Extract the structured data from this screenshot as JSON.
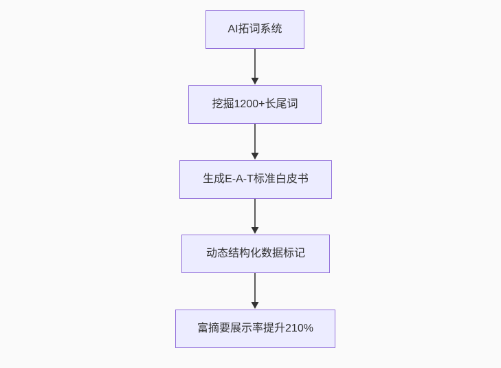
{
  "flowchart": {
    "title": "SEO content pipeline flowchart",
    "direction": "top-down",
    "nodes": [
      {
        "id": "A",
        "label": "AI拓词系统"
      },
      {
        "id": "B",
        "label": "挖掘1200+长尾词"
      },
      {
        "id": "C",
        "label": "生成E-A-T标准白皮书"
      },
      {
        "id": "D",
        "label": "动态结构化数据标记"
      },
      {
        "id": "E",
        "label": "富摘要展示率提升210%"
      }
    ],
    "edges": [
      {
        "from": "A",
        "to": "B"
      },
      {
        "from": "B",
        "to": "C"
      },
      {
        "from": "C",
        "to": "D"
      },
      {
        "from": "D",
        "to": "E"
      }
    ],
    "colors": {
      "background": "#fafafa",
      "node_fill": "#ECECFF",
      "node_border": "#9370DB",
      "node_text": "#333333",
      "arrow": "#333333"
    }
  }
}
